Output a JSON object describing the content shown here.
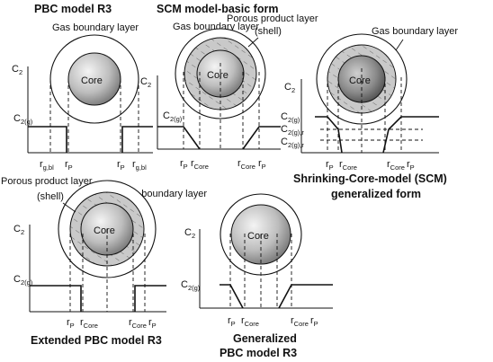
{
  "panels": {
    "pbc": {
      "title": "PBC model R3",
      "gas_layer": "Gas boundary layer",
      "core": "Core",
      "c_axis": "C",
      "c_axis_sub": "2",
      "c_level": "C",
      "c_level_sub": "2(g)",
      "ticks": [
        {
          "main": "r",
          "sub": "g,bl"
        },
        {
          "main": "r",
          "sub": "P"
        },
        {
          "main": "r",
          "sub": "P"
        },
        {
          "main": "r",
          "sub": "g,bl"
        }
      ]
    },
    "scm_basic": {
      "title": "SCM model-basic form",
      "gas_layer": "Gas boundary layer",
      "porous": "Porous product layer",
      "shell": "(shell)",
      "core": "Core",
      "c_axis": "C",
      "c_axis_sub": "2",
      "c_level": "C",
      "c_level_sub": "2(g)",
      "ticks": [
        {
          "main": "r",
          "sub": "P"
        },
        {
          "main": "r",
          "sub": "Core"
        },
        {
          "main": "r",
          "sub": "Core"
        },
        {
          "main": "r",
          "sub": "P"
        }
      ]
    },
    "scm_general": {
      "title_line1": "Shrinking-Core-model (SCM)",
      "title_line2": "generalized form",
      "gas_layer": "Gas boundary layer",
      "core": "Core",
      "c_axis": "C",
      "c_axis_sub": "2",
      "levels": [
        {
          "main": "C",
          "sub": "2(g)"
        },
        {
          "main": "C",
          "sub": "2(g),r"
        },
        {
          "main": "C",
          "sub": "2(g),r"
        }
      ],
      "ticks": [
        {
          "main": "r",
          "sub": "P"
        },
        {
          "main": "r",
          "sub": "Core"
        },
        {
          "main": "r",
          "sub": "Core"
        },
        {
          "main": "r",
          "sub": "P"
        }
      ]
    },
    "extended": {
      "title": "Extended  PBC model R3",
      "gas_layer": "Gas boundary layer",
      "porous": "Porous product layer",
      "shell": "(shell)",
      "core": "Core",
      "c_axis": "C",
      "c_axis_sub": "2",
      "c_level": "C",
      "c_level_sub": "2(g)",
      "ticks": [
        {
          "main": "r",
          "sub": "P"
        },
        {
          "main": "r",
          "sub": "Core"
        },
        {
          "main": "r",
          "sub": "Core"
        },
        {
          "main": "r",
          "sub": "P"
        }
      ]
    },
    "generalized": {
      "title_line1": "Generalized",
      "title_line2": "PBC model R3",
      "core": "Core",
      "c_axis": "C",
      "c_axis_sub": "2",
      "c_level": "C",
      "c_level_sub": "2(g)",
      "ticks": [
        {
          "main": "r",
          "sub": "P"
        },
        {
          "main": "r",
          "sub": "Core"
        },
        {
          "main": "r",
          "sub": "Core"
        },
        {
          "main": "r",
          "sub": "P"
        }
      ]
    }
  },
  "colors": {
    "line": "#111111",
    "core_light": "#f2f2f2",
    "core_dark": "#5a5a5a",
    "shell": "#cfcfcf"
  }
}
